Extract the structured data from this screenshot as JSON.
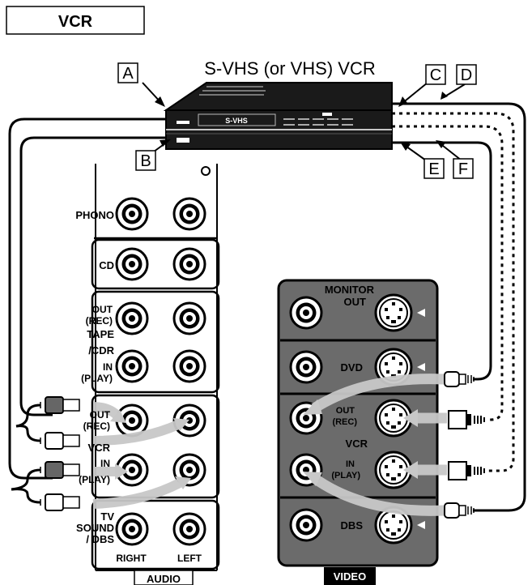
{
  "header": {
    "title": "VCR"
  },
  "vcr": {
    "title": "S-VHS (or VHS) VCR",
    "front_badge": "S-VHS"
  },
  "callouts": {
    "a": "A",
    "b": "B",
    "c": "C",
    "d": "D",
    "e": "E",
    "f": "F"
  },
  "audio_panel": {
    "phono": "PHONO",
    "cd": "CD",
    "tape_out_1": "OUT",
    "tape_out_2": "(REC)",
    "tape_name_1": "TAPE",
    "tape_name_2": "/CDR",
    "tape_in_1": "IN",
    "tape_in_2": "(PLAY)",
    "vcr_out_1": "OUT",
    "vcr_out_2": "(REC)",
    "vcr_name": "VCR",
    "vcr_in_1": "IN",
    "vcr_in_2": "(PLAY)",
    "tv_1": "TV",
    "tv_2": "SOUND",
    "tv_3": "/ DBS",
    "right": "RIGHT",
    "left": "LEFT",
    "footer": "AUDIO"
  },
  "video_panel": {
    "monitor_1": "MONITOR",
    "monitor_2": "OUT",
    "dvd": "DVD",
    "vcr_out_1": "OUT",
    "vcr_out_2": "(REC)",
    "vcr_name": "VCR",
    "vcr_in_1": "IN",
    "vcr_in_2": "(PLAY)",
    "dbs": "DBS",
    "footer": "VIDEO"
  }
}
